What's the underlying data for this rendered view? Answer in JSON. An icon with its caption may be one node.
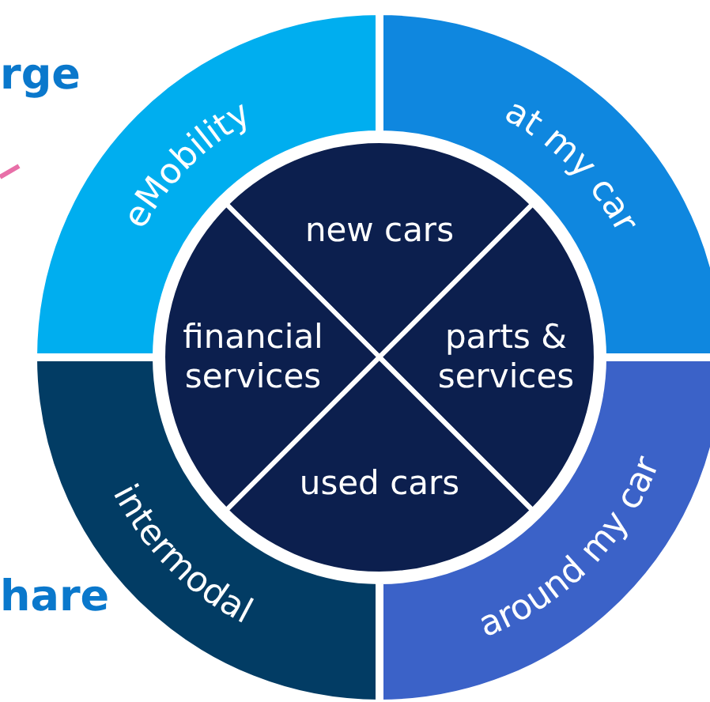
{
  "diagram": {
    "nodes": [
      {
        "text": [
          "eMobility"
        ]
      },
      {
        "text": [
          "at my car"
        ]
      },
      {
        "text": [
          "intermodal"
        ]
      },
      {
        "text": [
          "around my car"
        ]
      },
      {
        "text": [
          "new cars"
        ]
      },
      {
        "text": [
          "financial services"
        ]
      },
      {
        "text": [
          "parts & services"
        ]
      },
      {
        "text": [
          "used cars"
        ]
      }
    ],
    "labels": [
      "rge",
      "hare"
    ]
  }
}
